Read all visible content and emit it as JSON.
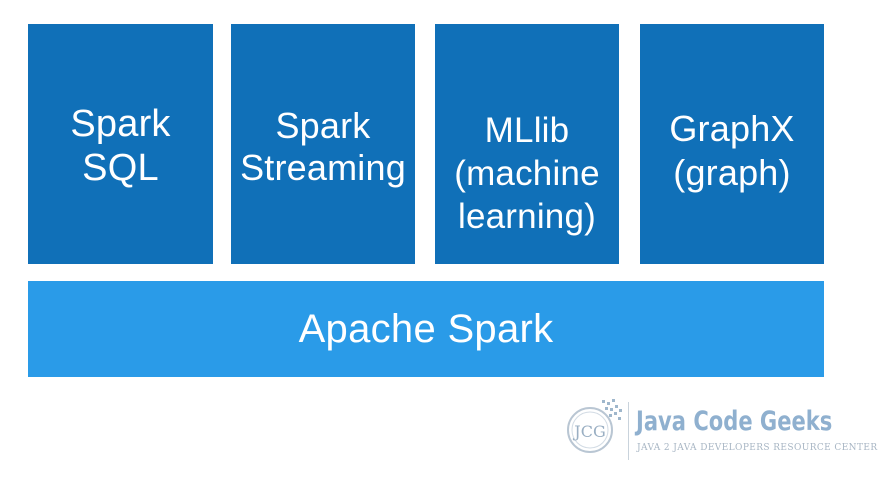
{
  "diagram": {
    "modules": [
      {
        "label": "Spark\nSQL"
      },
      {
        "label": "Spark\nStreaming"
      },
      {
        "label": "MLlib\n(machine\nlearning)"
      },
      {
        "label": "GraphX\n(graph)"
      }
    ],
    "base": {
      "label": "Apache Spark"
    },
    "colors": {
      "module": "#1070b8",
      "base": "#2a9be8"
    }
  },
  "watermark": {
    "logo_text": "JCG",
    "title": "Java Code Geeks",
    "subtitle": "JAVA 2 JAVA DEVELOPERS RESOURCE CENTER"
  }
}
